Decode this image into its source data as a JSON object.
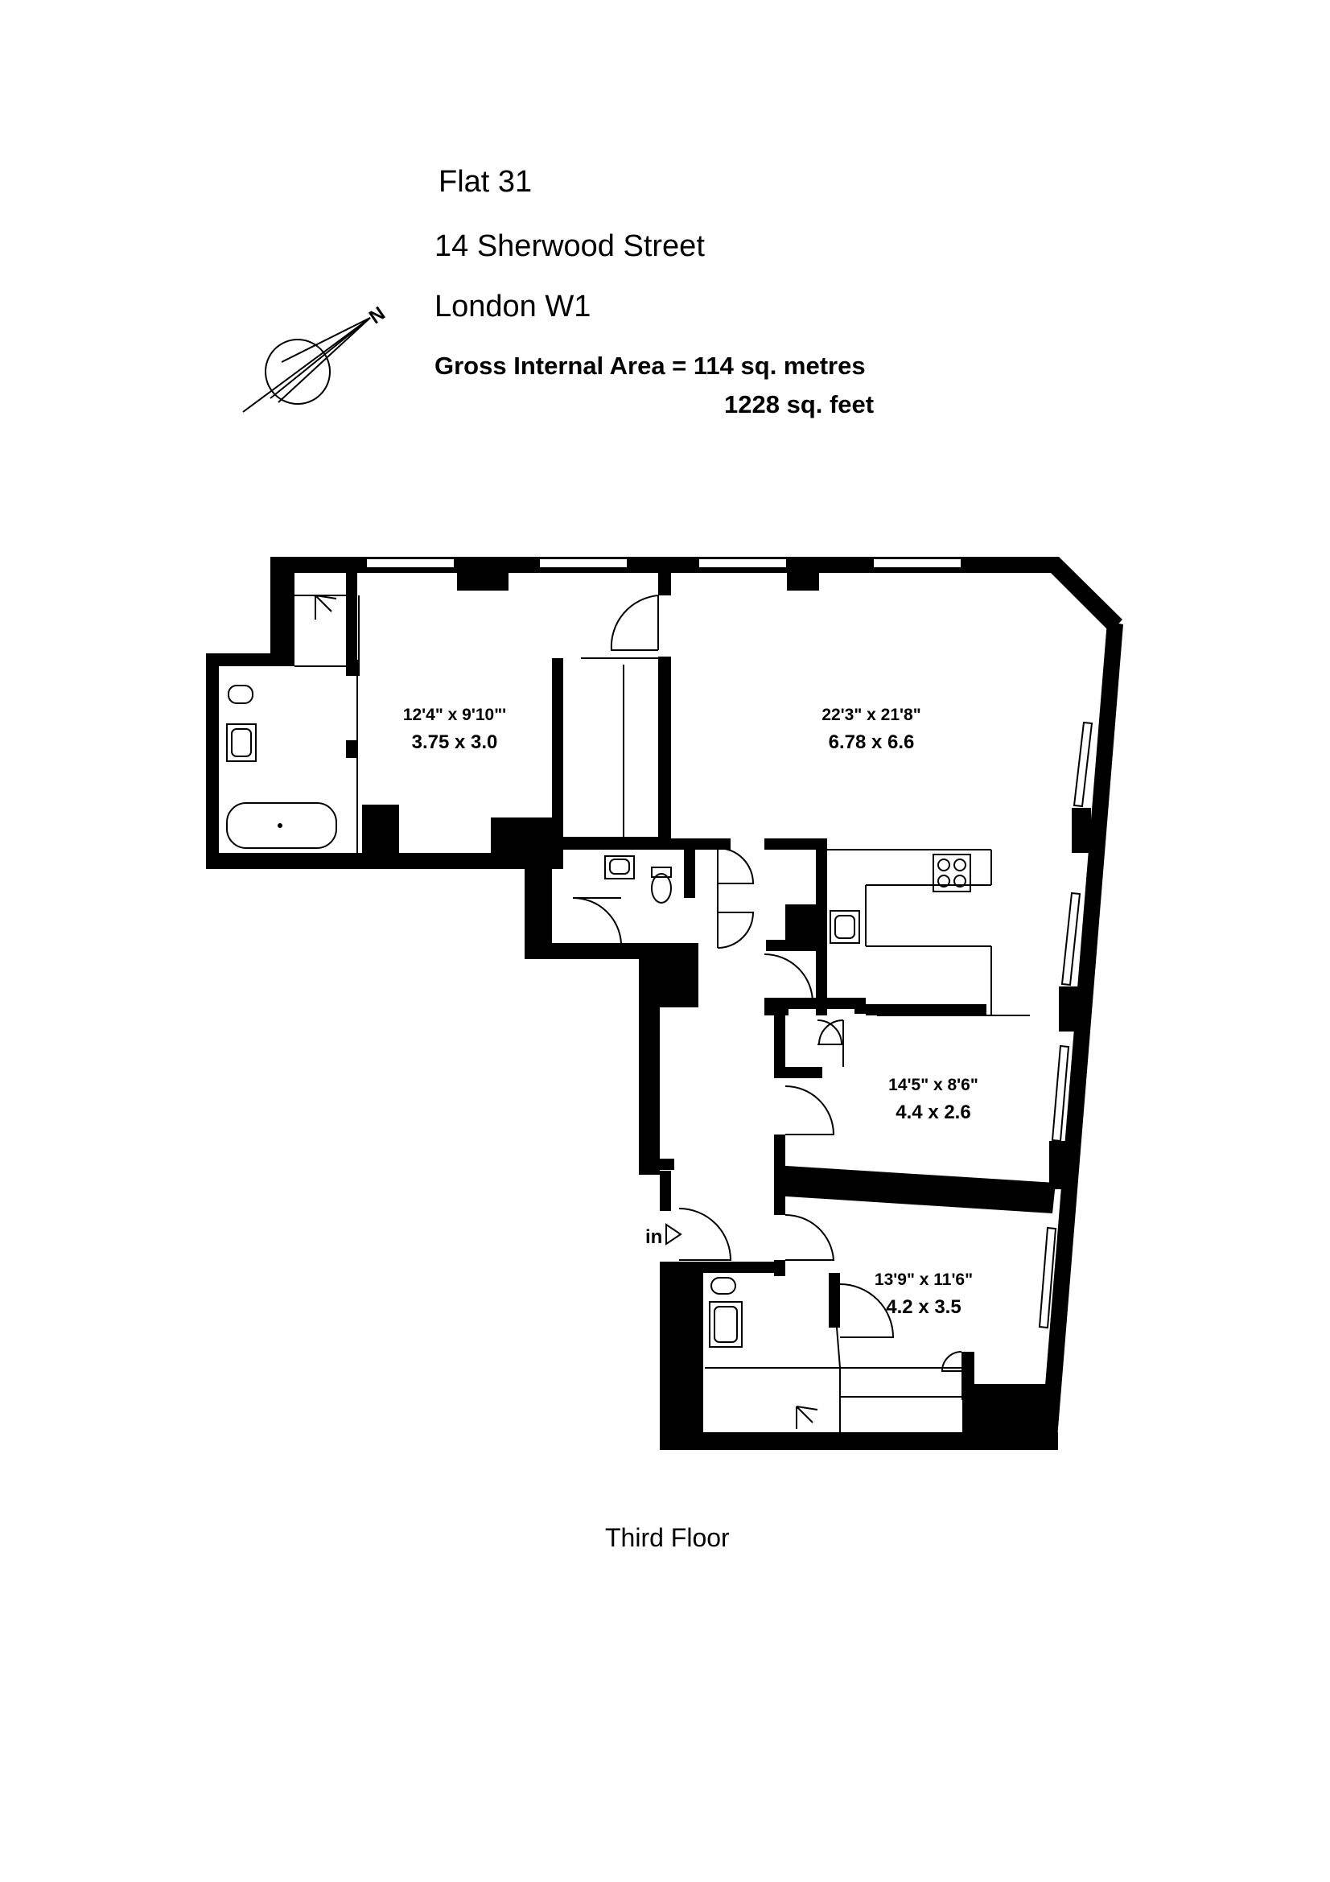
{
  "header": {
    "flat": "Flat 31",
    "street": "14 Sherwood Street",
    "city": "London W1",
    "area_line": "Gross Internal Area = 114 sq. metres",
    "area_feet": "1228 sq. feet"
  },
  "compass": {
    "label": "N",
    "icon": "north-arrow-icon"
  },
  "rooms": {
    "bedroom_top": {
      "imperial": "12'4\" x 9'10\"'",
      "metric": "3.75 x 3.0"
    },
    "living": {
      "imperial": "22'3\" x 21'8\"",
      "metric": "6.78 x 6.6"
    },
    "bedroom_mid": {
      "imperial": "14'5\" x 8'6\"",
      "metric": "4.4 x 2.6"
    },
    "bedroom_bottom": {
      "imperial": "13'9\" x 11'6\"",
      "metric": "4.2 x 3.5"
    }
  },
  "entrance_label": "in",
  "floor_label": "Third Floor"
}
